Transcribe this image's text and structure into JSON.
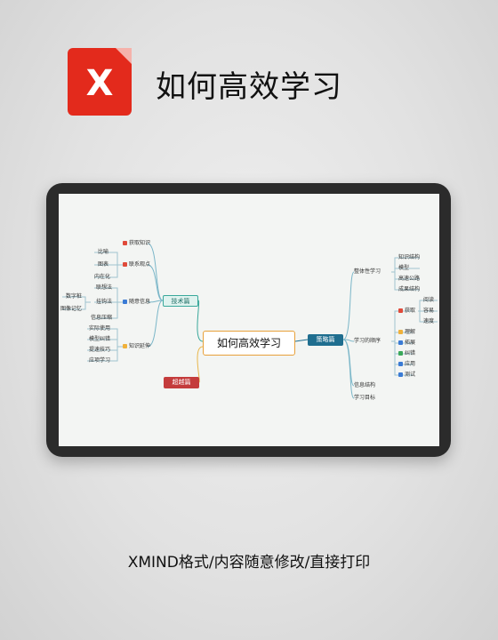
{
  "header": {
    "title": "如何高效学习",
    "app_icon_glyph": "X",
    "app_icon_color": "#e32a1c"
  },
  "mindmap": {
    "center": "如何高效学习",
    "left_topics": {
      "tech": "技术篇",
      "super": "超越篇"
    },
    "right_topic": "策略篇",
    "tech_children": {
      "get": "获取知识",
      "connect": "联系观点",
      "interest": "随意信息",
      "extend": "知识延伸"
    },
    "connect_children": [
      "比喻",
      "图表",
      "内在化"
    ],
    "interest_children": [
      "联想法",
      "挂钩法",
      "信息压缩"
    ],
    "interest_side": [
      "数字桩",
      "图像记忆"
    ],
    "extend_children": [
      "实际使用",
      "模型纠错",
      "提速技巧",
      "应项学习"
    ],
    "strat_children": {
      "whole": "整体性学习",
      "order": "学习的顺序",
      "struct": "信息结构",
      "goal": "学习目标"
    },
    "whole_children": [
      "知识结构",
      "模型",
      "高速公路",
      "成果结构"
    ],
    "order_children": [
      "获取",
      "理解",
      "拓展",
      "纠错",
      "应用",
      "测试"
    ],
    "get_children": [
      "阅读",
      "容易",
      "速度"
    ]
  },
  "footer": {
    "caption": "XMIND格式/内容随意修改/直接打印"
  }
}
